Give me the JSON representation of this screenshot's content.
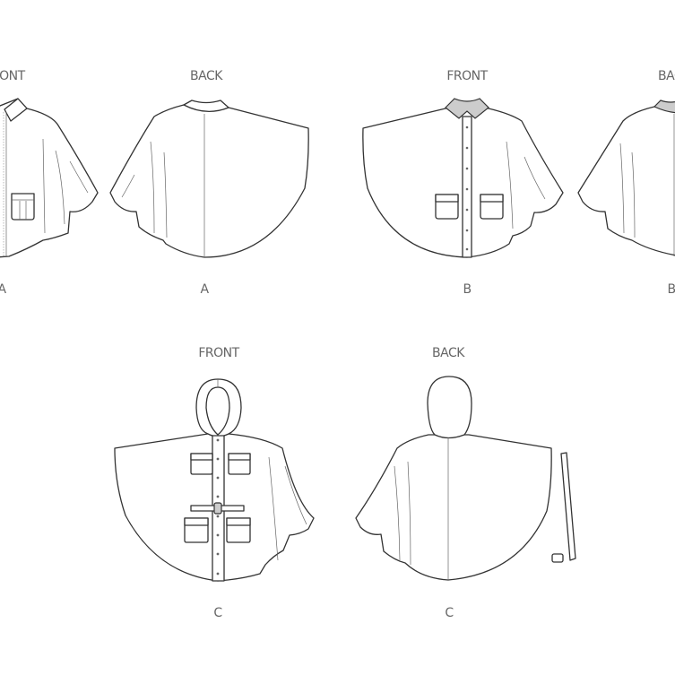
{
  "views": [
    {
      "heading": "FRONT",
      "view": "A"
    },
    {
      "heading": "BACK",
      "view": "A"
    },
    {
      "heading": "FRONT",
      "view": "B"
    },
    {
      "heading": "BACK",
      "view": "B"
    },
    {
      "heading": "FRONT",
      "view": "C"
    },
    {
      "heading": "BACK",
      "view": "C"
    }
  ]
}
